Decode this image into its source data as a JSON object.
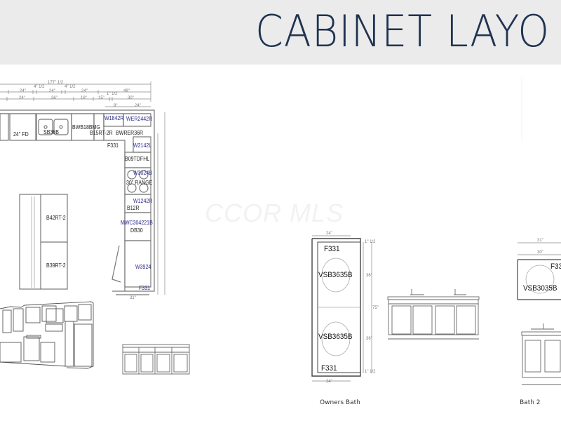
{
  "header": {
    "title": "CABINET LAYO"
  },
  "watermark": "CCOR MLS",
  "kitchen": {
    "dimensions": {
      "overall": "177\" 1/2",
      "row1": [
        "24\"",
        "4\" 1/2",
        "24\"",
        "4\" 1/2",
        "24\"",
        "48\""
      ],
      "row2": [
        "24\"",
        "36\"",
        "18\"",
        "15\"",
        "1\" 1/2",
        "30\""
      ],
      "corner": [
        "9\"",
        "24\""
      ],
      "bottom": "31\""
    },
    "plan_labels": {
      "fd": "24\" FD",
      "sink": "SB36B",
      "bwb": "BWB18BMG",
      "b15": "B15RT-2R",
      "w1842": "W1842R",
      "wer": "WER2442R",
      "bwrer": "BWRER36R",
      "f331_top": "F331",
      "w2142": "W2142L",
      "b09": "B09TDFHL",
      "w3024": "W3024B",
      "range": "30\" RANGE",
      "w1242": "W1242R",
      "b12": "B12R",
      "mwc": "MWC304221B",
      "db30": "DB30",
      "w3924": "W3924",
      "f331_bottom": "F331"
    },
    "island_labels": {
      "top": "B42RT-2",
      "bottom": "B39RT-2"
    }
  },
  "owners_bath": {
    "caption": "Owners Bath",
    "width_top": "24\"",
    "width_bottom": "24\"",
    "filler_top": "F331",
    "vanity_top": "VSB3635B",
    "vanity_bottom": "VSB3635B",
    "filler_bottom": "F331",
    "dims": {
      "top": "1\" 1/2",
      "upper": "36\"",
      "total": "75\"",
      "lower": "36\"",
      "bottom": "1\" 1/2"
    }
  },
  "bath2": {
    "caption": "Bath 2",
    "width_outer": "31\"",
    "width_inner": "30\"",
    "filler": "F33",
    "vanity": "VSB3035B"
  }
}
